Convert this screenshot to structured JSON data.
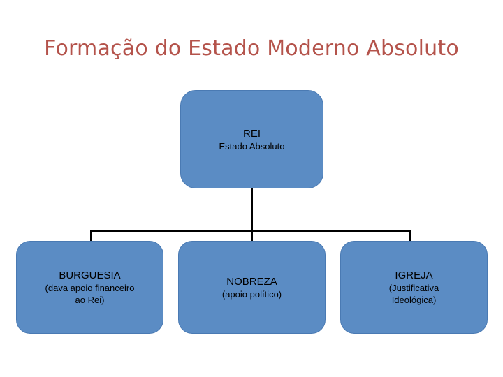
{
  "slide": {
    "title": "Formação do Estado Moderno Absoluto",
    "title_color": "#b4534b",
    "node_fill": "#5b8cc4",
    "connector_color": "#000000"
  },
  "diagram": {
    "type": "hierarchy",
    "root": {
      "name": "rei",
      "line1": "REI",
      "line2": "Estado Absoluto"
    },
    "children": [
      {
        "name": "burguesia",
        "line1": "BURGUESIA",
        "line2": "(dava apoio financeiro",
        "line3": "ao Rei)"
      },
      {
        "name": "nobreza",
        "line1": "NOBREZA",
        "line2": "(apoio político)",
        "line3": ""
      },
      {
        "name": "igreja",
        "line1": "IGREJA",
        "line2": "(Justificativa",
        "line3": "Ideológica)"
      }
    ]
  }
}
